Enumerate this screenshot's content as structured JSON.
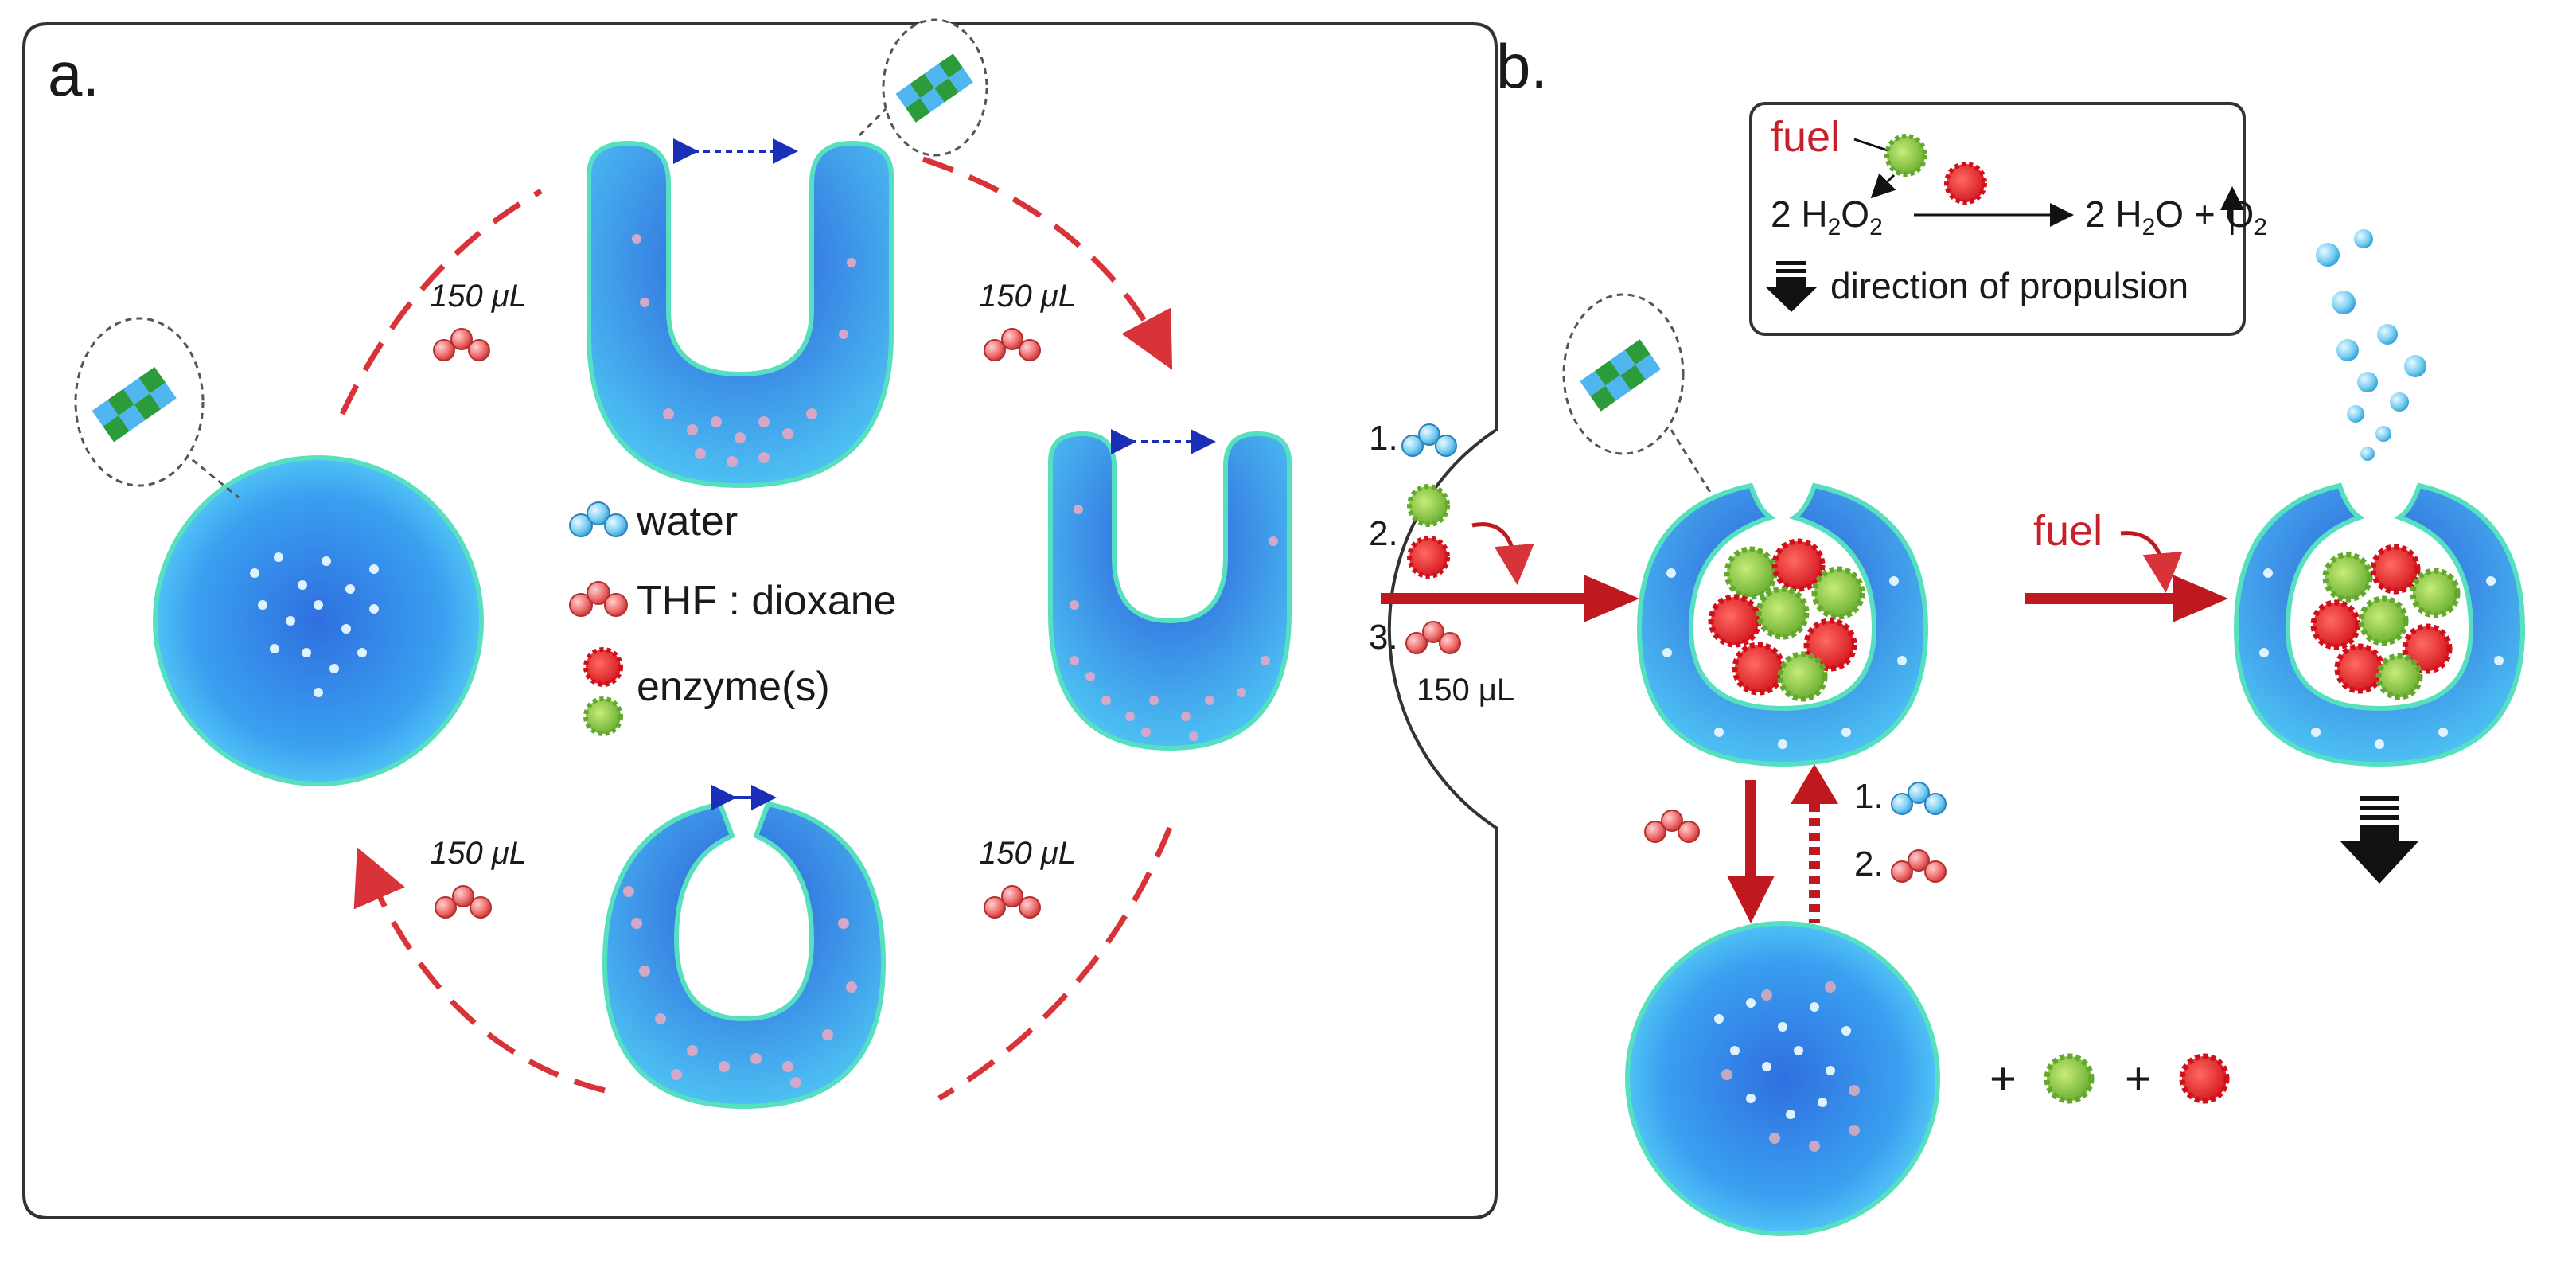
{
  "panels": {
    "a": "a.",
    "b": "b."
  },
  "legend": {
    "water": "water",
    "thf_dioxane": "THF : dioxane",
    "enzymes": "enzyme(s)"
  },
  "volumes": {
    "top_left": "150 μL",
    "top_right": "150 μL",
    "bottom_left": "150 μL",
    "bottom_right": "150 μL",
    "step3": "150 μL"
  },
  "steps": {
    "loading": [
      "1.",
      "2.",
      "3."
    ],
    "reverse": [
      "1.",
      "2."
    ]
  },
  "reaction_box": {
    "fuel_label": "fuel",
    "reactant": "2 H",
    "reactant_sub": "2",
    "reactant_tail": "O",
    "reactant_sub2": "2",
    "product": "2 H",
    "product_sub": "2",
    "product_mid": "O + O",
    "product_sub2": "2",
    "propulsion": "direction of propulsion"
  },
  "fuel_arrow_label": "fuel",
  "plus_signs": [
    "+",
    "+"
  ],
  "colors": {
    "vesicle_fill": "#3aa0f0",
    "vesicle_rim": "#56e0c0",
    "dashed_arrow": "#d9333a",
    "solid_arrow": "#c0181f",
    "enzyme_red": "#e8202a",
    "enzyme_green": "#7fc13a",
    "water_blue": "#5cc4ef",
    "solvent_red": "#e35a5a",
    "double_arrow": "#1a2fb8"
  }
}
